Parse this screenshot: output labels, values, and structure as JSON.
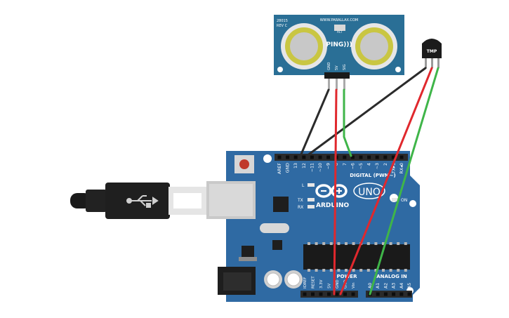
{
  "ping_sensor": {
    "part_number": "28015",
    "revision": "REV C",
    "website": "WWW.PARALLAX.COM",
    "act_label": "ACT",
    "logo": "PING)))",
    "pins": [
      "GND",
      "5V",
      "SIG"
    ]
  },
  "temp_sensor": {
    "label": "TMP"
  },
  "arduino": {
    "brand": "ARDUINO",
    "model": "UNO",
    "led_labels": {
      "l": "L",
      "tx": "TX",
      "rx": "RX",
      "on": "ON"
    },
    "digital_header_label": "DIGITAL (PWM~)",
    "digital_pins": [
      "AREF",
      "GND",
      "13",
      "12",
      "~11",
      "~10",
      "~9",
      "8",
      "7",
      "~6",
      "~5",
      "4",
      "~3",
      "2",
      "TX▸1",
      "RX◂0"
    ],
    "power_header_label": "POWER",
    "power_pins": [
      "IOREF",
      "RESET",
      "3.3V",
      "5V",
      "GND",
      "GND",
      "Vin"
    ],
    "analog_header_label": "ANALOG IN",
    "analog_pins": [
      "A0",
      "A1",
      "A2",
      "A3",
      "A4",
      "A5"
    ]
  },
  "wires": [
    {
      "name": "ping-gnd-to-arduino-gnd",
      "color": "#2b2b2b"
    },
    {
      "name": "tmp-gnd-to-arduino-gnd",
      "color": "#2b2b2b"
    },
    {
      "name": "ping-5v-to-arduino-5v",
      "color": "#e0282d"
    },
    {
      "name": "tmp-vcc-to-arduino-5v",
      "color": "#e0282d"
    },
    {
      "name": "ping-sig-to-arduino-d7",
      "color": "#3fb549"
    },
    {
      "name": "tmp-out-to-arduino-a0",
      "color": "#3fb549"
    }
  ],
  "colors": {
    "board": "#2f6aa3",
    "board_dark": "#1f4f7f",
    "ping_board": "#2a6f96",
    "header": "#2a2a2a"
  }
}
